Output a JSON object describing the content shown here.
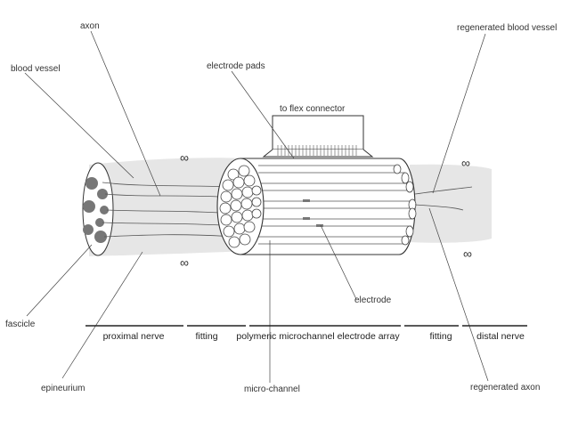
{
  "labels": {
    "axon": "axon",
    "blood_vessel": "blood vessel",
    "electrode_pads": "electrode pads",
    "to_flex_connector": "to flex connector",
    "regenerated_blood_vessel": "regenerated blood vessel",
    "fascicle": "fascicle",
    "electrode": "electrode",
    "epineurium": "epineurium",
    "micro_channel": "micro-channel",
    "regenerated_axon": "regenerated axon"
  },
  "sections": [
    "proximal nerve",
    "fitting",
    "polymeric microchannel electrode array",
    "fitting",
    "distal nerve"
  ],
  "colors": {
    "line": "#333333",
    "nerve_shadow": "#e6e6e6",
    "channel_fill": "#ffffff",
    "fascicle_fill": "#777777"
  }
}
